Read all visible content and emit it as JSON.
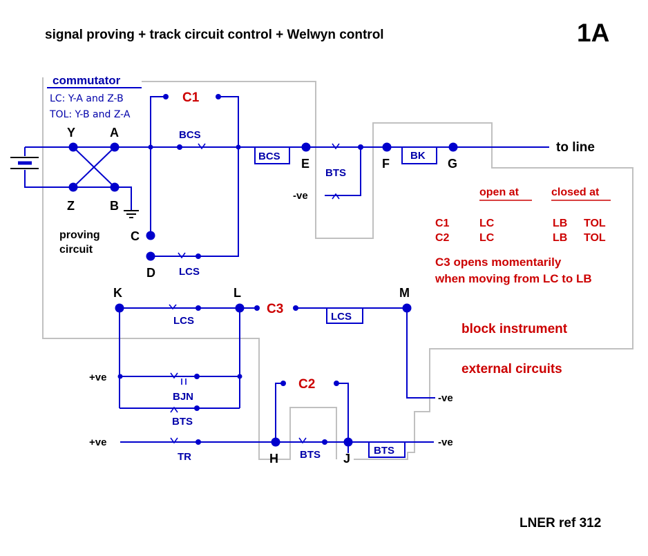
{
  "title": "signal proving + track circuit control + Welwyn control",
  "figure_number": "1A",
  "reference": "LNER ref 312",
  "commutator": {
    "heading": "commutator",
    "line1": "LC: Y-A and Z-B",
    "line2": "TOL: Y-B and Z-A"
  },
  "proving_circuit": {
    "line1": "proving",
    "line2": "circuit"
  },
  "node_labels": {
    "Y": "Y",
    "A": "A",
    "Z": "Z",
    "B": "B",
    "C": "C",
    "D": "D",
    "E": "E",
    "F": "F",
    "G": "G",
    "K": "K",
    "L": "L",
    "M": "M",
    "H": "H",
    "J": "J"
  },
  "contact_labels": {
    "C1": "C1",
    "C2": "C2",
    "C3": "C3",
    "BCS_contact": "BCS",
    "LCS_upper": "LCS",
    "BTS_upper": "BTS",
    "LCS_K": "LCS",
    "BJN": "BJN",
    "BTS_lower": "BTS",
    "TR": "TR",
    "BTS_HJ": "BTS"
  },
  "relay_boxes": {
    "BCS": "BCS",
    "BK": "BK",
    "LCS": "LCS",
    "BTS": "BTS"
  },
  "terminals": {
    "to_line": "to line",
    "neg_top": "-ve",
    "pos_1": "+ve",
    "pos_2": "+ve",
    "neg_M": "-ve",
    "neg_J": "-ve"
  },
  "table": {
    "header_open": "open  at",
    "header_closed": "closed at",
    "rows": [
      {
        "name": "C1",
        "open": "LC",
        "closed_1": "LB",
        "closed_2": "TOL"
      },
      {
        "name": "C2",
        "open": "LC",
        "closed_1": "LB",
        "closed_2": "TOL"
      }
    ],
    "note_line1": "C3 opens momentarily",
    "note_line2": "when moving from LC to LB"
  },
  "areas": {
    "block_instrument": "block instrument",
    "external_circuits": "external circuits"
  }
}
